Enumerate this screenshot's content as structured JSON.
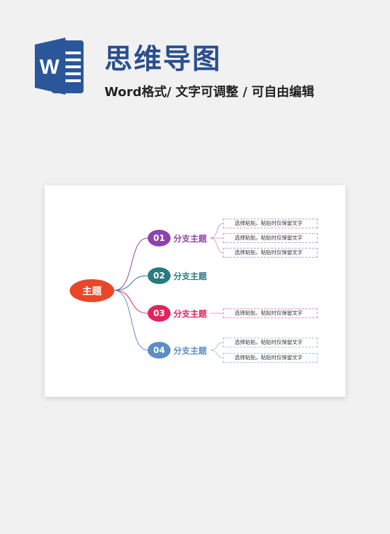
{
  "header": {
    "logo_letter": "W",
    "title": "思维导图",
    "subtitle": "Word格式/ 文字可调整 / 可自由编辑"
  },
  "mindmap": {
    "central_topic": "主题",
    "branches": [
      {
        "number": "01",
        "label": "分支主题",
        "color": "#8e44ad",
        "leaves": [
          "选择粘贴，粘贴时仅保留文字",
          "选择粘贴，粘贴时仅保留文字",
          "选择粘贴，粘贴时仅保留文字"
        ]
      },
      {
        "number": "02",
        "label": "分支主题",
        "color": "#2b7a80",
        "leaves": []
      },
      {
        "number": "03",
        "label": "分支主题",
        "color": "#e0245e",
        "leaves": [
          "选择粘贴，粘贴时仅保留文字"
        ]
      },
      {
        "number": "04",
        "label": "分支主题",
        "color": "#5b8ec4",
        "leaves": [
          "选择粘贴，粘贴时仅保留文字",
          "选择粘贴，粘贴时仅保留文字"
        ]
      }
    ]
  },
  "colors": {
    "background": "#f1f1f2",
    "title": "#2b4f8e",
    "logo_blue": "#2b579a",
    "central": "#e8472a"
  }
}
